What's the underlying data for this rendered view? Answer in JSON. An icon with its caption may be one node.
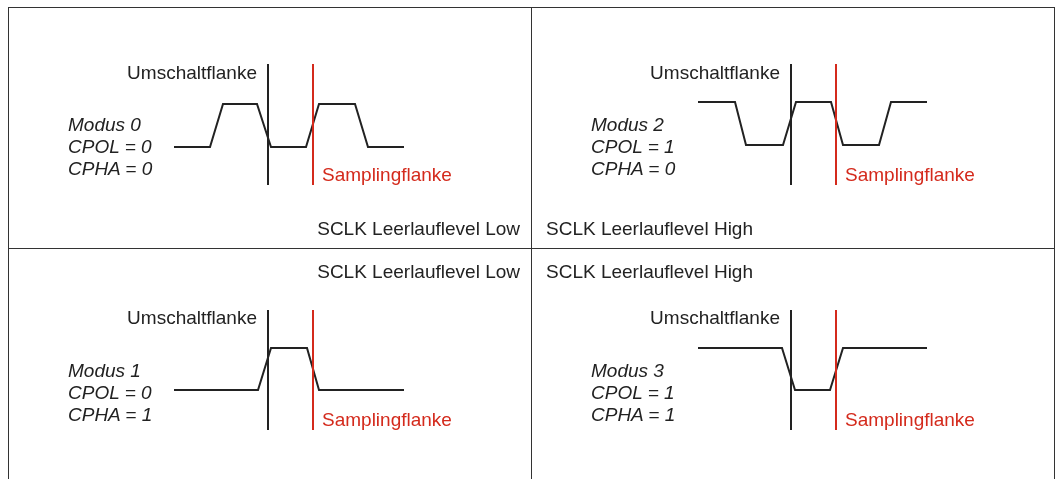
{
  "diagram": {
    "nodes": [
      {
        "text": [
          "Umschaltflanke",
          "Modus 0 CPOL = 0 CPHA = 0",
          "Samplingflanke",
          "SCLK Leerlauflevel Low"
        ]
      },
      {
        "text": [
          "Umschaltflanke",
          "Modus 2 CPOL = 1 CPHA = 0",
          "Samplingflanke",
          "SCLK Leerlauflevel High"
        ]
      },
      {
        "text": [
          "SCLK Leerlauflevel Low",
          "Umschaltflanke",
          "Modus 1 CPOL = 0 CPHA = 1",
          "Samplingflanke"
        ]
      },
      {
        "text": [
          "SCLK Leerlauflevel High",
          "Umschaltflanke",
          "Modus 3 CPOL = 1 CPHA = 1",
          "Samplingflanke"
        ]
      }
    ]
  }
}
